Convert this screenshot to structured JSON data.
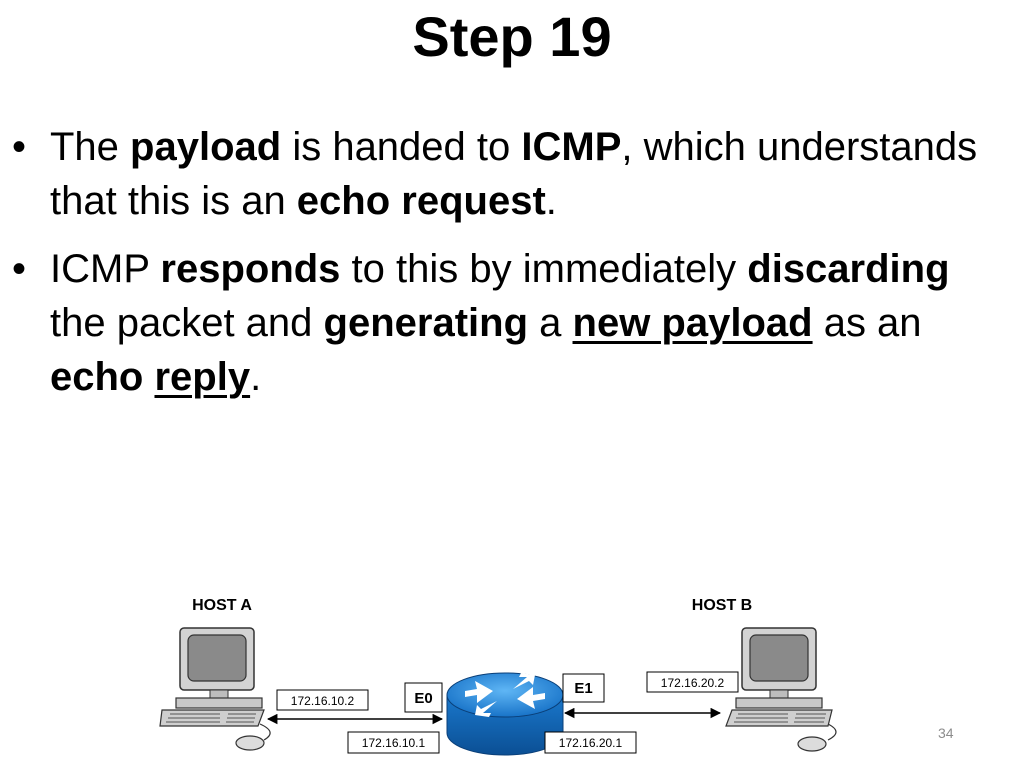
{
  "slide": {
    "title": "Step 19",
    "page_number": "34"
  },
  "bullets": [
    {
      "segments": [
        {
          "text": "The ",
          "bold": false,
          "underline": false
        },
        {
          "text": "payload",
          "bold": true,
          "underline": false
        },
        {
          "text": " is handed to ",
          "bold": false,
          "underline": false
        },
        {
          "text": "ICMP",
          "bold": true,
          "underline": false
        },
        {
          "text": ", which understands that this is an ",
          "bold": false,
          "underline": false
        },
        {
          "text": "echo request",
          "bold": true,
          "underline": false
        },
        {
          "text": ".",
          "bold": false,
          "underline": false
        }
      ]
    },
    {
      "segments": [
        {
          "text": "ICMP ",
          "bold": false,
          "underline": false
        },
        {
          "text": "responds",
          "bold": true,
          "underline": false
        },
        {
          "text": " to this by immediately ",
          "bold": false,
          "underline": false
        },
        {
          "text": "discarding",
          "bold": true,
          "underline": false
        },
        {
          "text": " the packet and ",
          "bold": false,
          "underline": false
        },
        {
          "text": "generating",
          "bold": true,
          "underline": false
        },
        {
          "text": " a ",
          "bold": false,
          "underline": false
        },
        {
          "text": "new payload",
          "bold": true,
          "underline": true
        },
        {
          "text": " as an ",
          "bold": false,
          "underline": false
        },
        {
          "text": "echo",
          "bold": true,
          "underline": false
        },
        {
          "text": " ",
          "bold": false,
          "underline": false
        },
        {
          "text": "reply",
          "bold": true,
          "underline": true
        },
        {
          "text": ".",
          "bold": false,
          "underline": false
        }
      ]
    }
  ],
  "diagram": {
    "host_a_label": "HOST A",
    "host_b_label": "HOST B",
    "host_a_ip": "172.16.10.2",
    "host_b_ip": "172.16.20.2",
    "router_e0_label": "E0",
    "router_e1_label": "E1",
    "router_e0_ip": "172.16.10.1",
    "router_e1_ip": "172.16.20.1",
    "router_color": "#1f8fe0",
    "monitor_color": "#c9c9c9"
  }
}
